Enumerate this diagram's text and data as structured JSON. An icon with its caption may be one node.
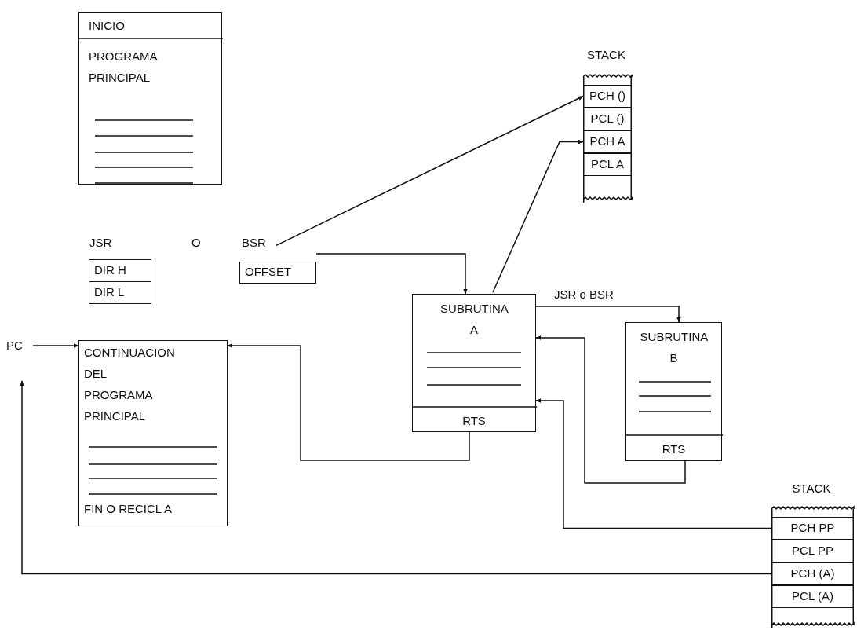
{
  "diagram": {
    "nodes": [
      {
        "text": [
          "INICIO",
          "PROGRAMA PRINCIPAL"
        ]
      },
      {
        "text": [
          "STACK"
        ]
      },
      {
        "text": [
          "PCH ()"
        ],
        "in": 1
      },
      {
        "text": [
          "PCL ()"
        ],
        "in": 1
      },
      {
        "text": [
          "PCH A"
        ],
        "in": 1
      },
      {
        "text": [
          "PCL A"
        ],
        "in": 1
      },
      {
        "text": [
          "JSR"
        ]
      },
      {
        "text": [
          "DIR H"
        ]
      },
      {
        "text": [
          "DIR L"
        ]
      },
      {
        "text": [
          "BSR"
        ]
      },
      {
        "text": [
          "OFFSET"
        ]
      },
      {
        "text": [
          "PC"
        ]
      },
      {
        "text": [
          "CONTINUACION DEL PROGRAMA PRINCIPAL",
          "FIN O RECICL A"
        ]
      },
      {
        "text": [
          "SUBRUTINA A",
          "RTS"
        ]
      },
      {
        "text": [
          "SUBRUTINA B",
          "RTS"
        ]
      },
      {
        "text": [
          "STACK"
        ]
      },
      {
        "text": [
          "PCH PP"
        ],
        "in": 15
      },
      {
        "text": [
          "PCL PP"
        ],
        "in": 15
      },
      {
        "text": [
          "PCH (A)"
        ],
        "in": 15
      },
      {
        "text": [
          "PCL (A)"
        ],
        "in": 15
      }
    ],
    "edges": [
      {
        "from": 9,
        "to": 2,
        "arrow": "to"
      },
      {
        "from": 13,
        "to": 4,
        "arrow": "to"
      },
      {
        "from": 10,
        "to": 13,
        "arrow": "to"
      },
      {
        "from": 13,
        "to": 14,
        "arrow": "to",
        "label": "JSR o BSR"
      },
      {
        "from": 14,
        "to": 13,
        "arrow": "to"
      },
      {
        "from": 16,
        "to": 13,
        "arrow": "to"
      },
      {
        "from": 13,
        "to": 12,
        "arrow": "to"
      },
      {
        "from": 18,
        "to": null,
        "arrow": "to"
      },
      {
        "from": 11,
        "to": 12,
        "arrow": "to"
      }
    ],
    "labels": [
      "O"
    ]
  }
}
